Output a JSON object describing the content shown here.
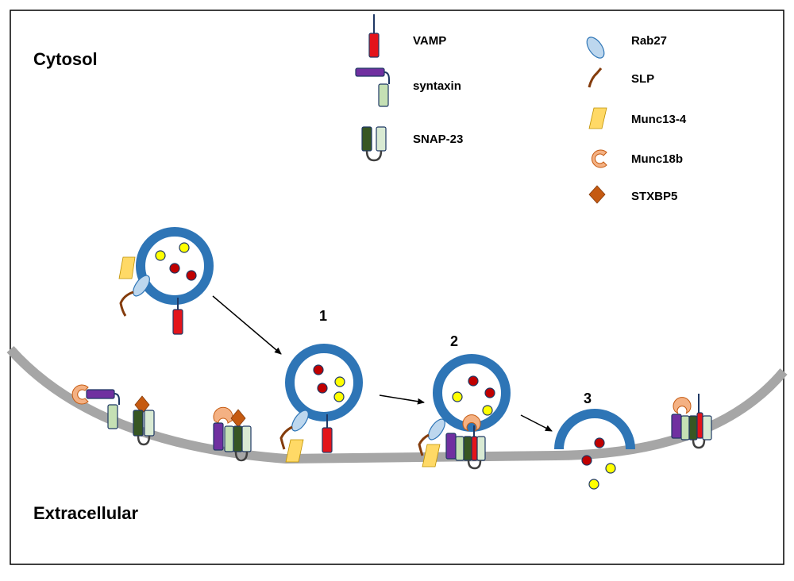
{
  "regions": {
    "cytosol": "Cytosol",
    "extracellular": "Extracellular"
  },
  "legend": {
    "vamp": "VAMP",
    "syntaxin": "syntaxin",
    "snap23": "SNAP-23",
    "rab27": "Rab27",
    "slp": "SLP",
    "munc13": "Munc13-4",
    "munc18": "Munc18b",
    "stxbp5": "STXBP5"
  },
  "steps": {
    "s1": "1",
    "s2": "2",
    "s3": "3"
  },
  "colors": {
    "vesicle": "#2e75b6",
    "membrane": "#a6a6a6",
    "vamp": "#e3141b",
    "syntaxin_head": "#7030a0",
    "syntaxin_body": "#c5e0b4",
    "snap_dark": "#375623",
    "snap_light": "#d9ead3",
    "rab27": "#bdd7ee",
    "slp": "#843c0c",
    "munc13": "#ffd966",
    "munc18": "#f4b183",
    "stxbp5": "#c55a11",
    "cargo_red": "#c00000",
    "cargo_yellow": "#ffff00",
    "outline": "#1f3864"
  }
}
